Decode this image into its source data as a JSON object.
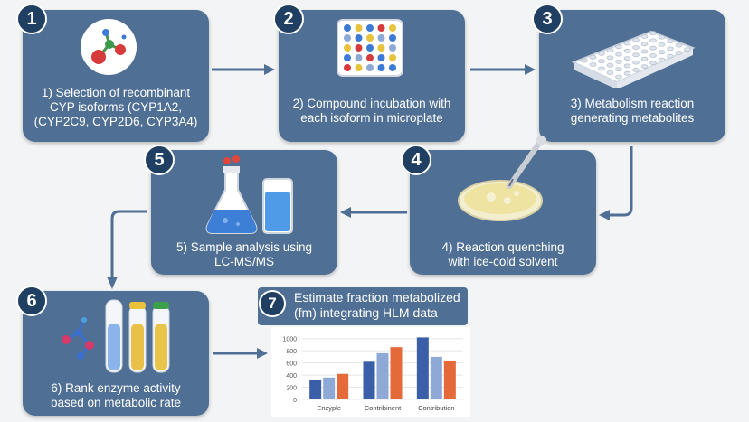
{
  "steps": [
    {
      "num": "1",
      "lines": [
        "1) Selection of recombinant",
        "CYP isoforms (CYP1A2,",
        "(CYP2C9, CYP2D6, CYP3A4)"
      ]
    },
    {
      "num": "2",
      "lines": [
        "2) Compound incubation with",
        "each isoform in microplate"
      ]
    },
    {
      "num": "3",
      "lines": [
        "3) Metabolism reaction",
        "generating metabolites"
      ]
    },
    {
      "num": "4",
      "lines": [
        "4) Reaction quenching",
        "with ice-cold solvent"
      ]
    },
    {
      "num": "5",
      "lines": [
        "5) Sample analysis using",
        "LC-MS/MS"
      ]
    },
    {
      "num": "6",
      "lines": [
        "6) Rank enzyme activity",
        "based on metabolic rate"
      ]
    }
  ],
  "step7": {
    "num": "7",
    "lines": [
      "Estimate fraction metabolized",
      "(fm) integrating HLM data"
    ]
  },
  "icons": {
    "step1": "molecule-icon",
    "step2": "microplate-icon",
    "step3": "well-plate-icon",
    "step4": "petri-dish-pipette-icon",
    "step5": "flask-beaker-icon",
    "step6": "molecule-test-tubes-icon"
  },
  "chart_data": {
    "type": "bar",
    "categories": [
      "Enzyple",
      "Contribinent",
      "Contribution"
    ],
    "series": [
      {
        "values": [
          320,
          620,
          1020
        ],
        "color": "#3a5fa8"
      },
      {
        "values": [
          360,
          760,
          700
        ],
        "color": "#8fa9d6"
      },
      {
        "values": [
          420,
          860,
          640
        ],
        "color": "#e46a3a"
      }
    ],
    "yticks": [
      "0",
      "200",
      "400",
      "600",
      "800",
      "1000"
    ],
    "ylim": [
      0,
      1100
    ]
  }
}
